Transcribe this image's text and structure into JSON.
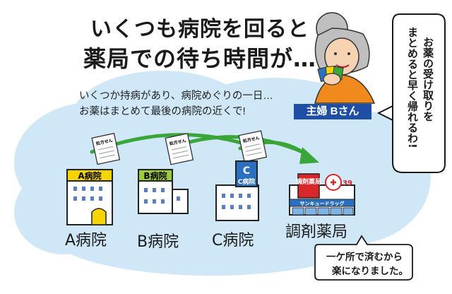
{
  "headline": {
    "line1": "いくつも病院を回ると",
    "line2": "薬局での待ち時間が…"
  },
  "subtitle": {
    "line1": "いくつか持病があり、病院めぐりの一日…",
    "line2": "お薬はまとめて最後の病院の近くで!"
  },
  "persona_label": "主婦 Bさん",
  "speech_bubble": {
    "line1": "お薬の受け取りを",
    "line2": "まとめると早く帰れるわ!"
  },
  "prescription_label": "処方せん",
  "buildings": [
    {
      "sign": "A病院",
      "label": "A病院"
    },
    {
      "sign": "B病院",
      "label": "B病院"
    },
    {
      "sign": "C病院",
      "sign_top": "C",
      "label": "C病院"
    },
    {
      "sign": "調剤薬局",
      "label": "調剤薬局",
      "store_name": "サンキュードラッグ",
      "cross_number": "39"
    }
  ],
  "note": {
    "line1": "一ケ所で済むから",
    "line2": "楽になりました。"
  },
  "colors": {
    "cloud": "#cfe7f7",
    "arrow": "#3aa63a",
    "badge": "#1f4fa5",
    "sign_yellow": "#f6d400",
    "sign_green": "#9ccc3a",
    "sign_blue": "#2a6fc0",
    "pharmacy_red": "#d8262b",
    "apron_orange": "#f08a1c"
  }
}
